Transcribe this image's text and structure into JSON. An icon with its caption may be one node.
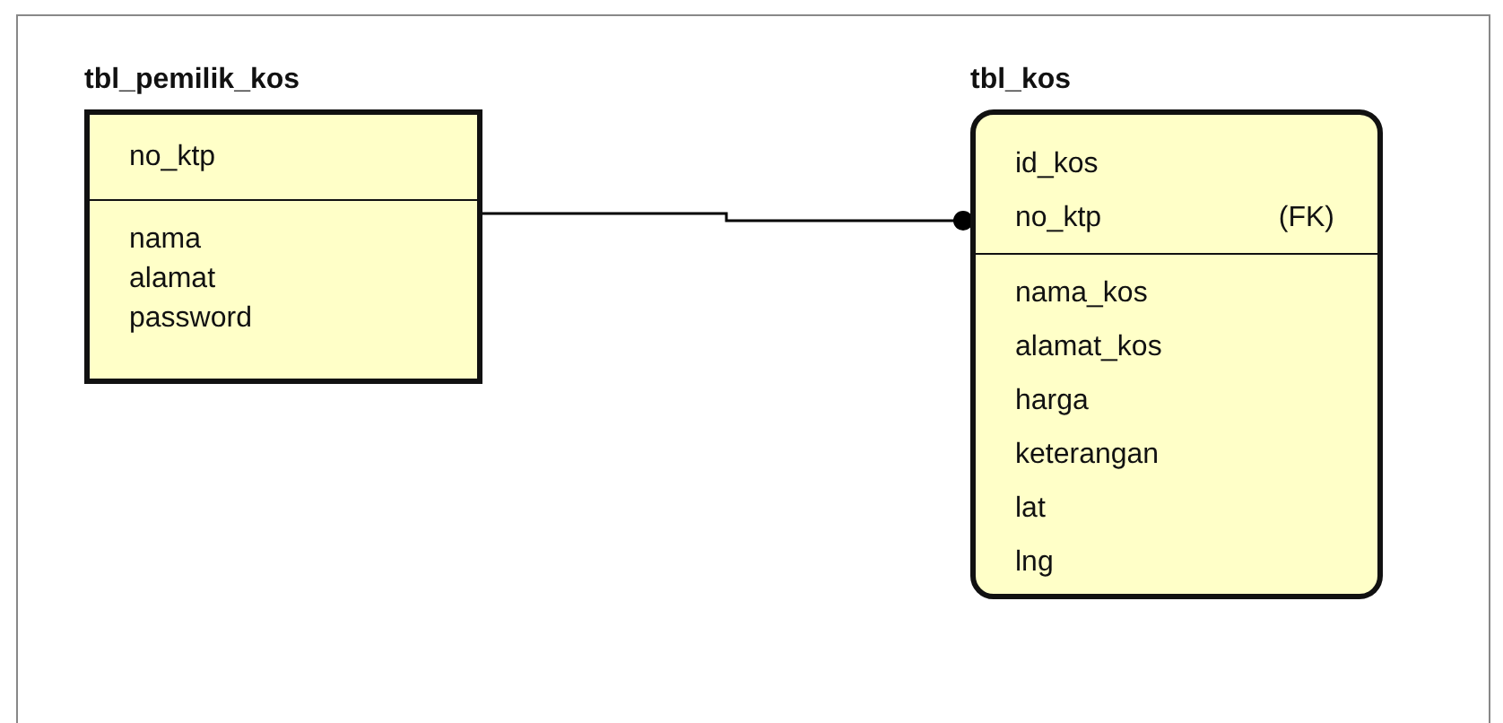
{
  "diagram": {
    "nodes": [
      {
        "text": [
          "tbl_pemilik_kos",
          "no_ktp",
          "nama",
          "alamat",
          "password"
        ]
      },
      {
        "text": [
          "tbl_kos",
          "id_kos",
          "no_ktp",
          "(FK)",
          "nama_kos",
          "alamat_kos",
          "harga",
          "keterangan",
          "lat",
          "lng"
        ]
      }
    ],
    "edges": [
      {
        "from": 0,
        "to": 1,
        "arrow": "other"
      }
    ]
  }
}
